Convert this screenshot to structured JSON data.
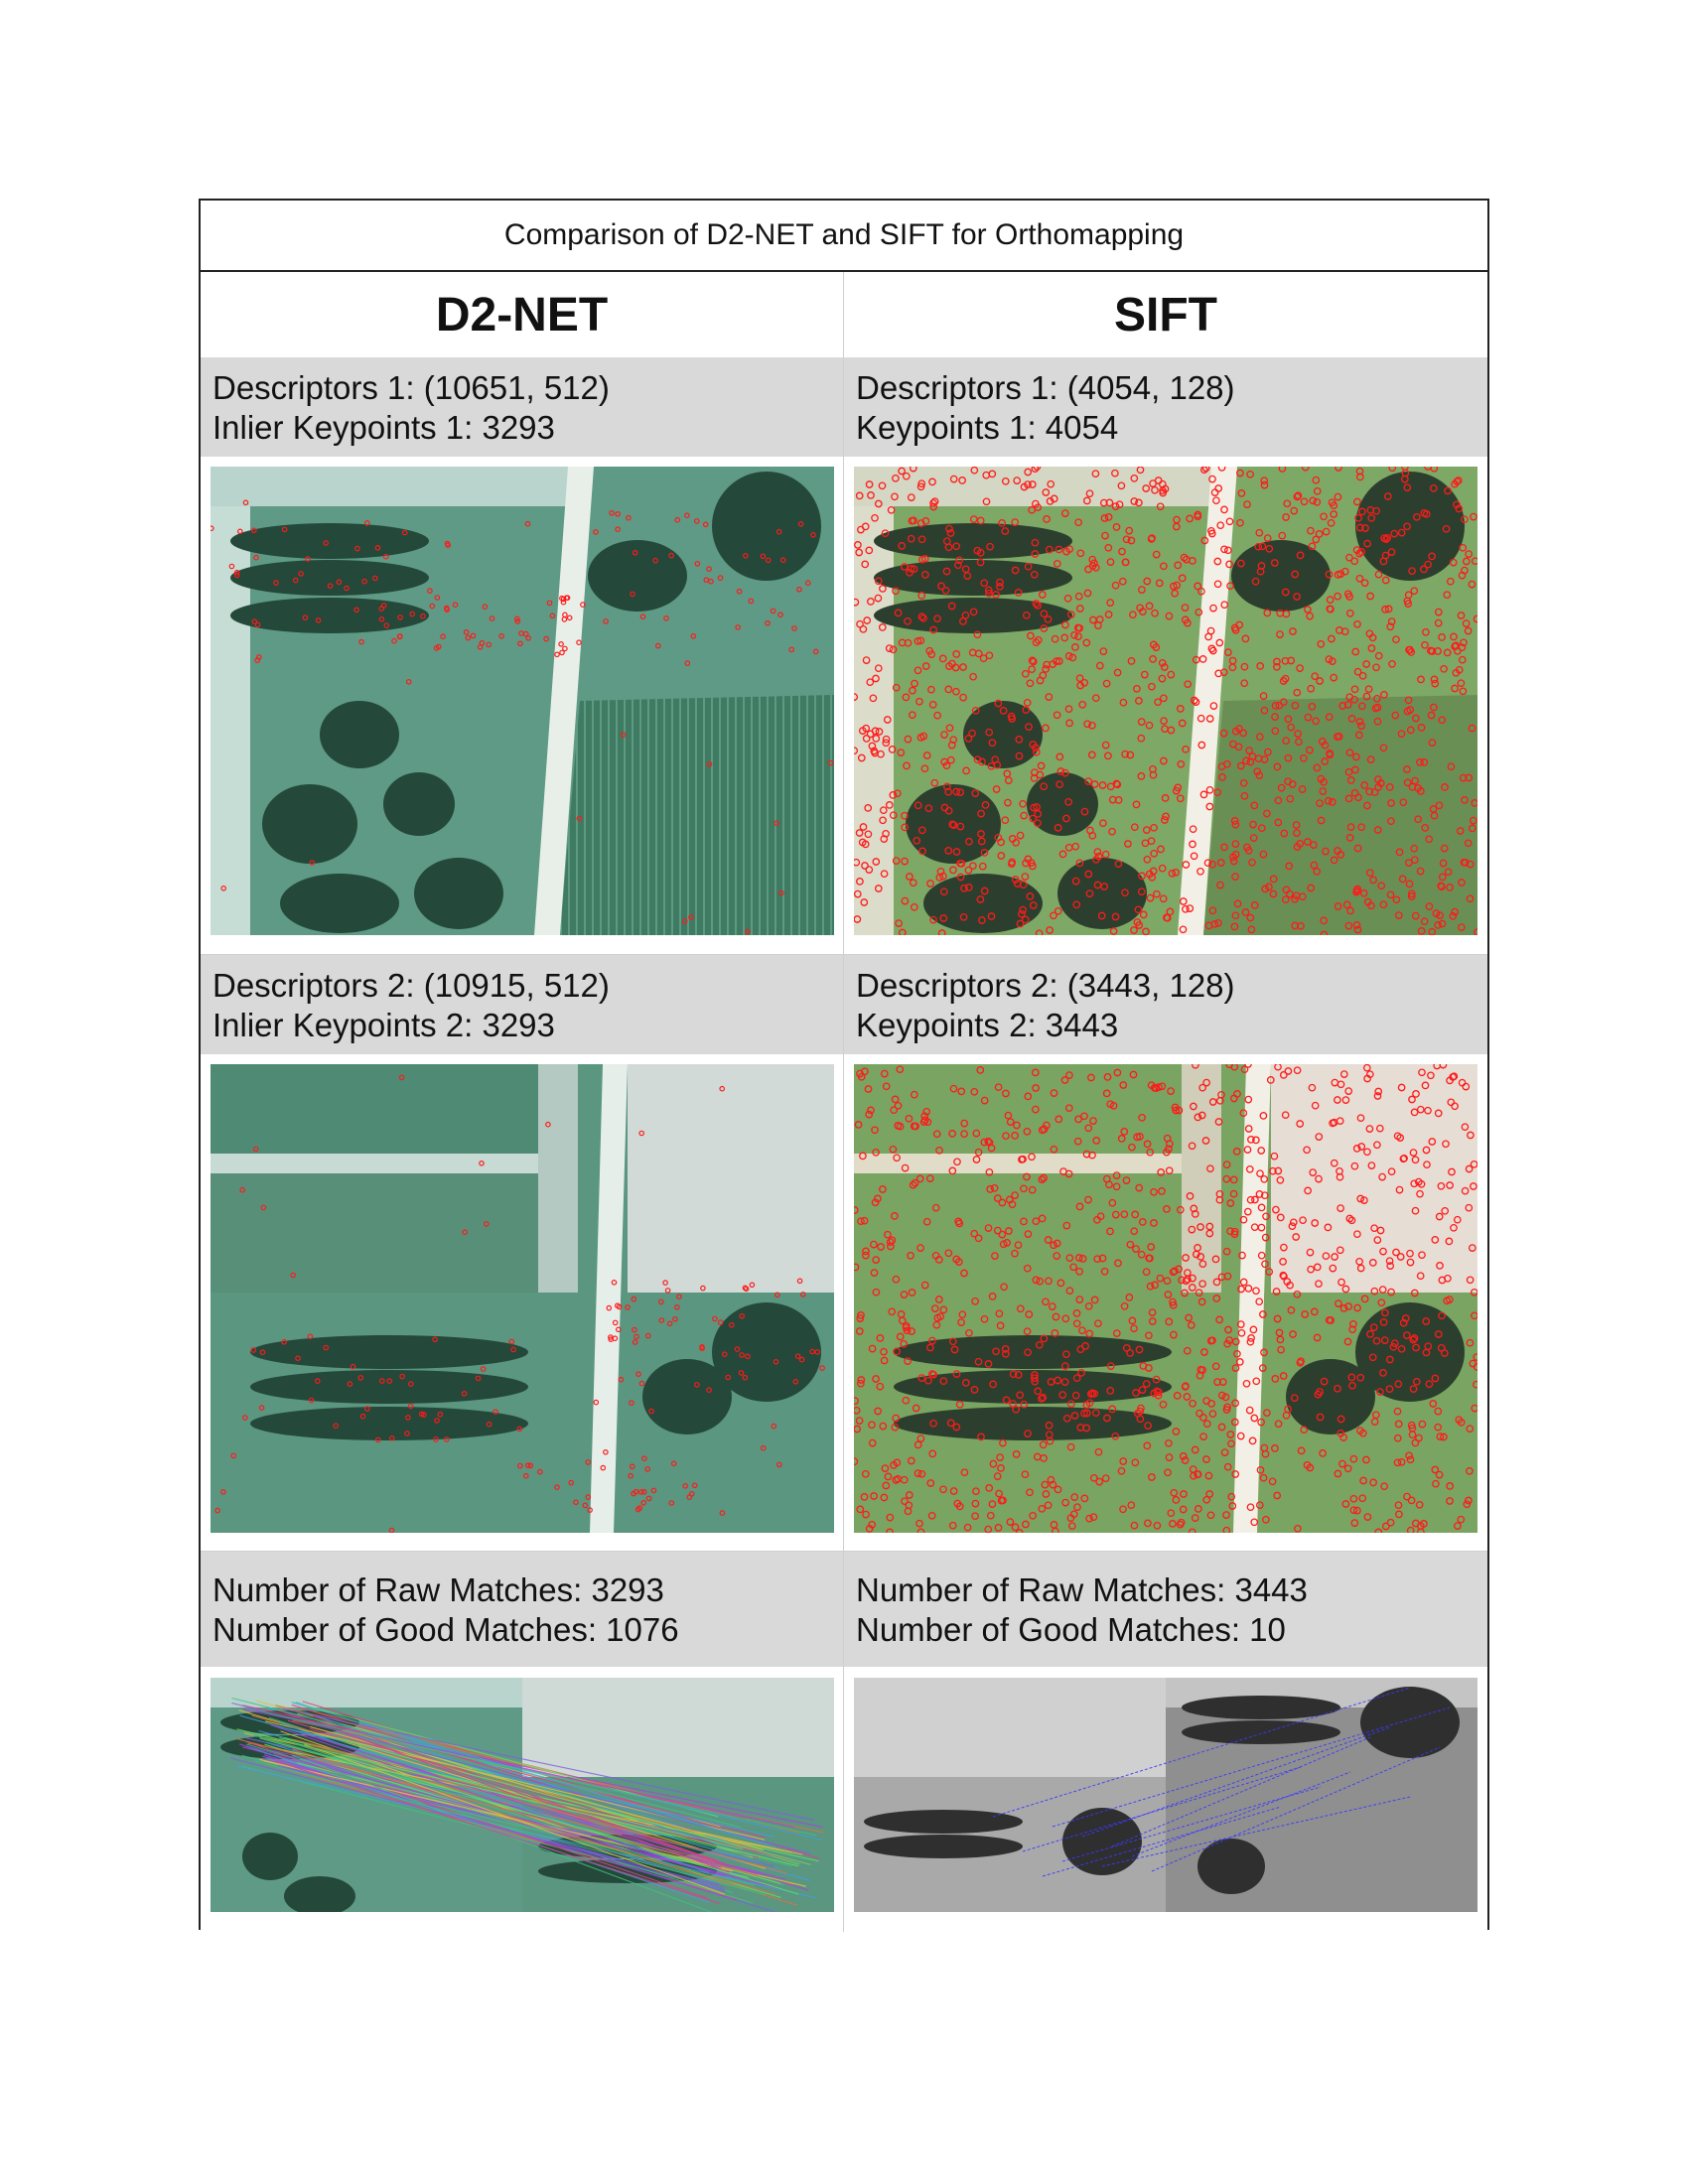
{
  "caption": "Comparison of D2-NET and SIFT for Orthomapping",
  "columns": [
    {
      "name": "D2-NET",
      "descriptors_1": "Descriptors 1:  (10651, 512)",
      "keypoints_1": "Inlier Keypoints 1:  3293",
      "descriptors_2": "Descriptors 2:  (10915, 512)",
      "keypoints_2": "Inlier Keypoints 2:  3293",
      "raw_matches": "Number of Raw Matches: 3293",
      "good_matches": "Number of Good Matches:  1076"
    },
    {
      "name": "SIFT",
      "descriptors_1": "Descriptors 1:  (4054, 128)",
      "keypoints_1": "Keypoints 1:  4054",
      "descriptors_2": "Descriptors 2:  (3443, 128)",
      "keypoints_2": "Keypoints 2:  3443",
      "raw_matches": "Number of Raw Matches:  3443",
      "good_matches": "Number of Good Matches:  10"
    }
  ],
  "colors": {
    "keypoint_marker": "#ff1a1a",
    "d2net_field": "#4f8f7c",
    "sift_field": "#6f9a5a",
    "match_line_sift": "#3a3aff",
    "header_band": "#d9d9d9"
  }
}
